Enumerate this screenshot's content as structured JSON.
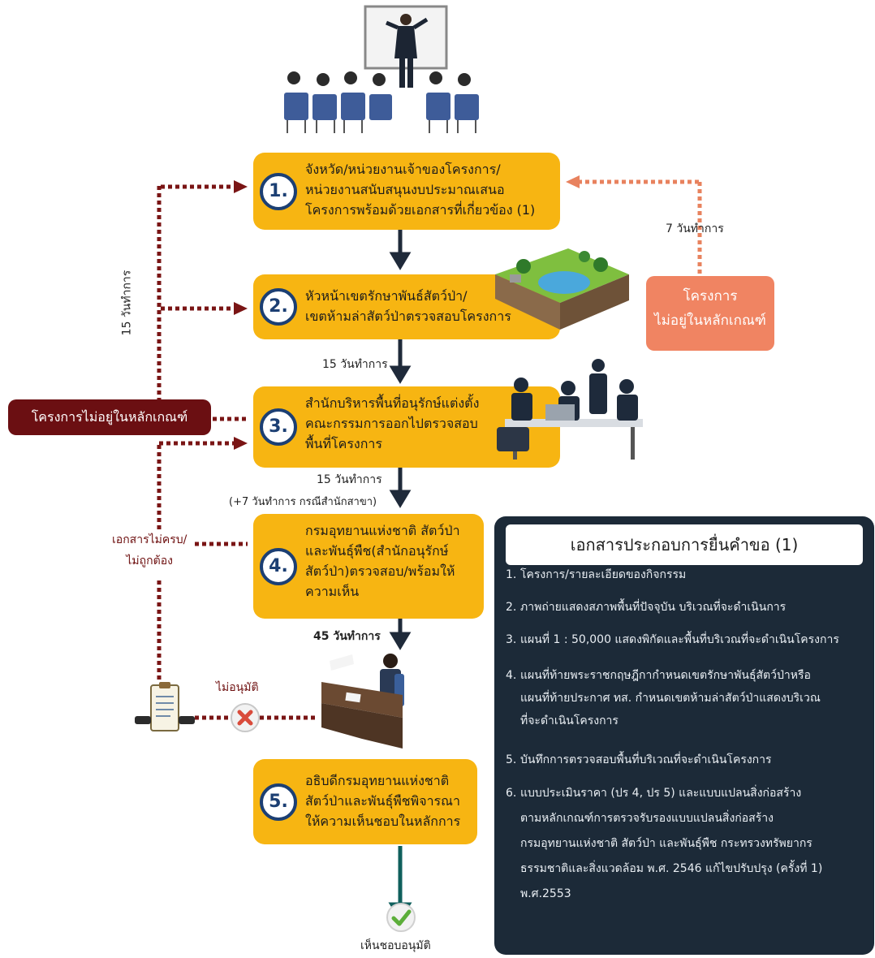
{
  "steps": [
    {
      "num": "1.",
      "lines": [
        "จังหวัด/หน่วยงานเจ้าของโครงการ/",
        "หน่วยงานสนับสนุนงบประมาณเสนอ",
        "โครงการพร้อมด้วยเอกสารที่เกี่ยวข้อง (1)"
      ]
    },
    {
      "num": "2.",
      "lines": [
        "หัวหน้าเขตรักษาพันธ์สัตว์ป่า/",
        "เขตห้ามล่าสัตว์ป่าตรวจสอบโครงการ"
      ]
    },
    {
      "num": "3.",
      "lines": [
        "สำนักบริหารพื้นที่อนุรักษ์แต่งตั้ง",
        "คณะกรรมการออกไปตรวจสอบ",
        "พื้นที่โครงการ"
      ]
    },
    {
      "num": "4.",
      "lines": [
        "กรมอุทยานแห่งชาติ สัตว์ป่า",
        "และพันธุ์พืช(สำนักอนุรักษ์",
        "สัตว์ป่า)ตรวจสอบ/พร้อมให้",
        "ความเห็น"
      ]
    },
    {
      "num": "5.",
      "lines": [
        "อธิบดีกรมอุทยานแห่งชาติ",
        "สัตว์ป่าและพันธุ์พืชพิจารณา",
        "ให้ความเห็นชอบในหลักการ"
      ]
    }
  ],
  "labels": {
    "d15_a": "15 วันทำการ",
    "d15_b": "15 วันทำการ",
    "d15_b2": "(+7 วันทำการ กรณีสำนักสาขา)",
    "d45": "45 วันทำการ",
    "d7": "7 วันทำการ",
    "d15_left": "15 วันทำการ",
    "incomplete_1": "เอกสารไม่ครบ/",
    "incomplete_2": "ไม่ถูกต้อง",
    "not_approved": "ไม่อนุมัติ",
    "approved": "เห็นชอบอนุมัติ",
    "reject_left": "โครงการไม่อยู่ในหลักเกณฑ์",
    "reject_right_1": "โครงการ",
    "reject_right_2": "ไม่อยู่ในหลักเกณฑ์"
  },
  "panel": {
    "title": "เอกสารประกอบการยื่นคำขอ (1)",
    "items": [
      {
        "num": "1.",
        "lines": [
          "โครงการ/รายละเอียดของกิจกรรม"
        ]
      },
      {
        "num": "2.",
        "lines": [
          "ภาพถ่ายแสดงสภาพพื้นที่ปัจจุบัน บริเวณที่จะดำเนินการ"
        ]
      },
      {
        "num": "3.",
        "lines": [
          "แผนที่ 1 : 50,000 แสดงพิกัดและพื้นที่บริเวณที่จะดำเนินโครงการ"
        ]
      },
      {
        "num": "4.",
        "lines": [
          "แผนที่ท้ายพระราชกฤษฎีกากำหนดเขตรักษาพันธุ์สัตว์ป่าหรือ",
          "แผนที่ท้ายประกาศ ทส. กำหนดเขตห้ามล่าสัตว์ป่าแสดงบริเวณ",
          "ที่จะดำเนินโครงการ"
        ]
      },
      {
        "num": "5.",
        "lines": [
          "บันทึกการตรวจสอบพื้นที่บริเวณที่จะดำเนินโครงการ"
        ]
      },
      {
        "num": "6.",
        "lines": [
          "แบบประเมินราคา (ปร 4, ปร 5) และแบบแปลนสิ่งก่อสร้าง",
          "ตามหลักเกณฑ์การตรวจรับรองแบบแปลนสิ่งก่อสร้าง",
          "กรมอุทยานแห่งชาติ สัตว์ป่า และพันธุ์พืช กระทรวงทรัพยากร",
          "ธรรมชาติและสิ่งแวดล้อม พ.ศ. 2546 แก้ไขปรับปรุง (ครั้งที่ 1)",
          "พ.ศ.2553"
        ]
      }
    ]
  },
  "colors": {
    "step": "#f7b512",
    "panel": "#1c2a38",
    "reject_dark": "#6b0f12",
    "reject_light": "#f08462",
    "arrow": "#1f2a3a",
    "dotted": "#7a1515",
    "dotted_light": "#e8825e"
  }
}
